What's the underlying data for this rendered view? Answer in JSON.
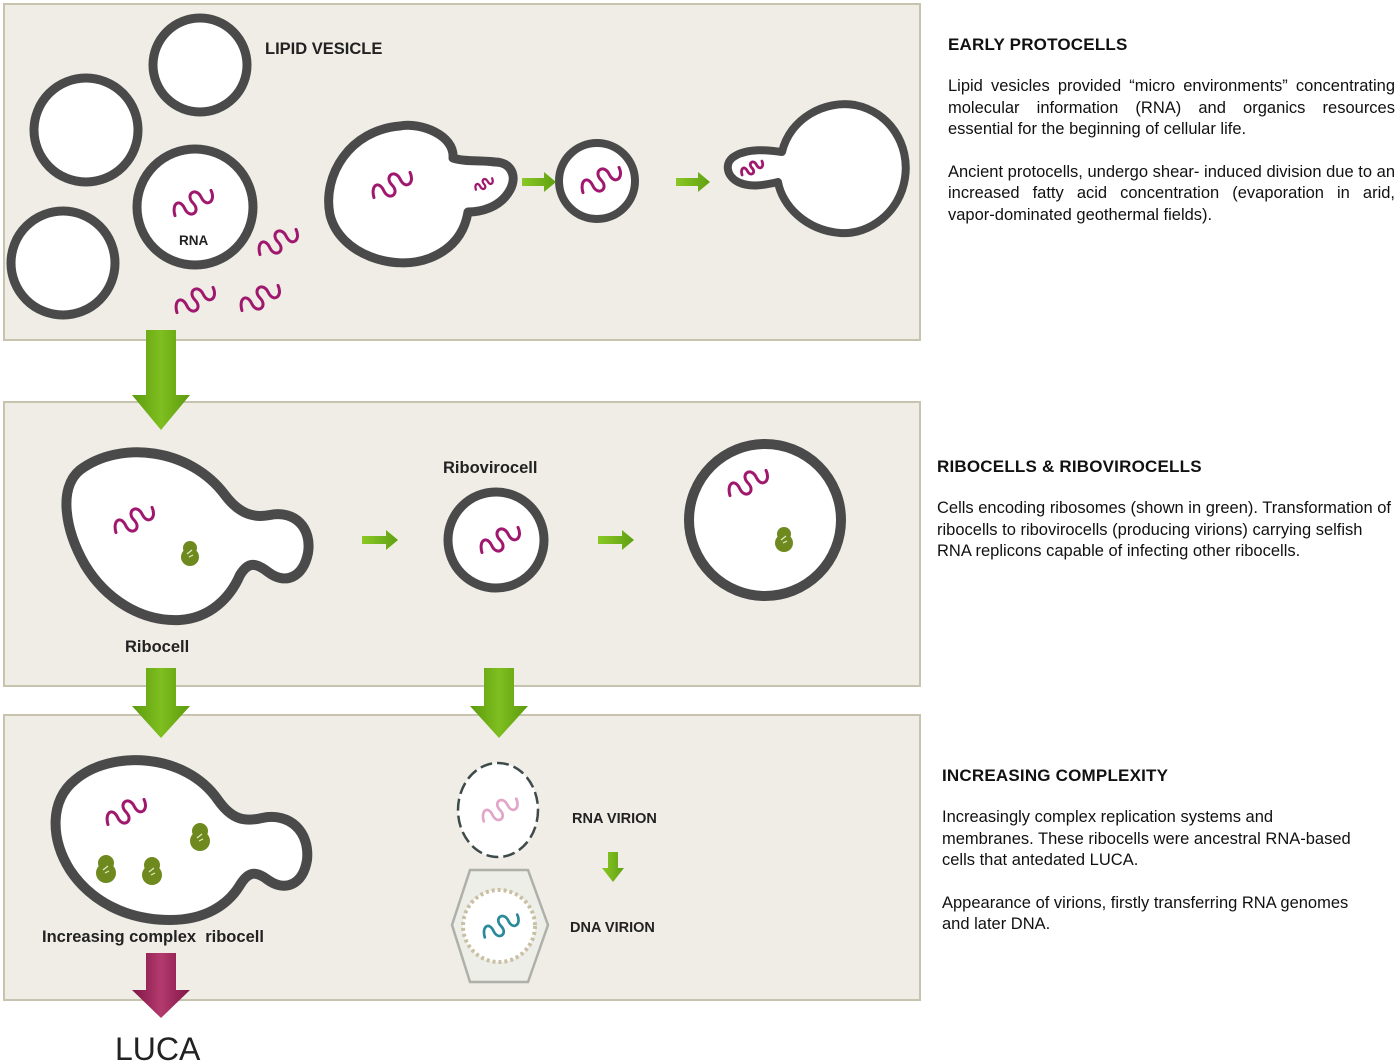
{
  "labels": {
    "lipid_vesicle": "LIPID VESICLE",
    "rna": "RNA",
    "ribovirocell": "Ribovirocell",
    "ribocell": "Ribocell",
    "increasing_complex_ribocell": "Increasing complex  ribocell",
    "rna_virion": "RNA VIRION",
    "dna_virion": "DNA VIRION",
    "luca": "LUCA"
  },
  "sections": [
    {
      "title": "EARLY PROTOCELLS",
      "paragraphs": [
        "Lipid vesicles provided “micro environments” concentrating molecular information (RNA) and organics resources essential for the beginning of cellular life.",
        "Ancient protocells, undergo shear- induced division due to an increased fatty acid concentration (evaporation in arid, vapor-dominated geothermal fields)."
      ]
    },
    {
      "title": "RIBOCELLS & RIBOVIROCELLS",
      "paragraphs": [
        "Cells encoding ribosomes (shown in green). Transformation of ribocells to ribovirocells (producing virions) carrying selfish RNA replicons capable of infecting other ribocells."
      ]
    },
    {
      "title": "INCREASING COMPLEXITY",
      "paragraphs": [
        "Increasingly complex replication systems and membranes. These ribocells were ancestral RNA-based cells that antedated LUCA.",
        "Appearance of virions, firstly transferring RNA genomes and later DNA."
      ]
    }
  ],
  "colors": {
    "panel_fill": "#EFEDE5",
    "panel_border": "#C8C3AE",
    "membrane": "#4A4A4A",
    "rna": "#A0186E",
    "ribosome": "#6E8A1E",
    "arrow_green": "#6AA611",
    "arrow_luca": "#9B2258",
    "dna": "#2A8A9A",
    "rna_faint": "#E2A6C8"
  }
}
